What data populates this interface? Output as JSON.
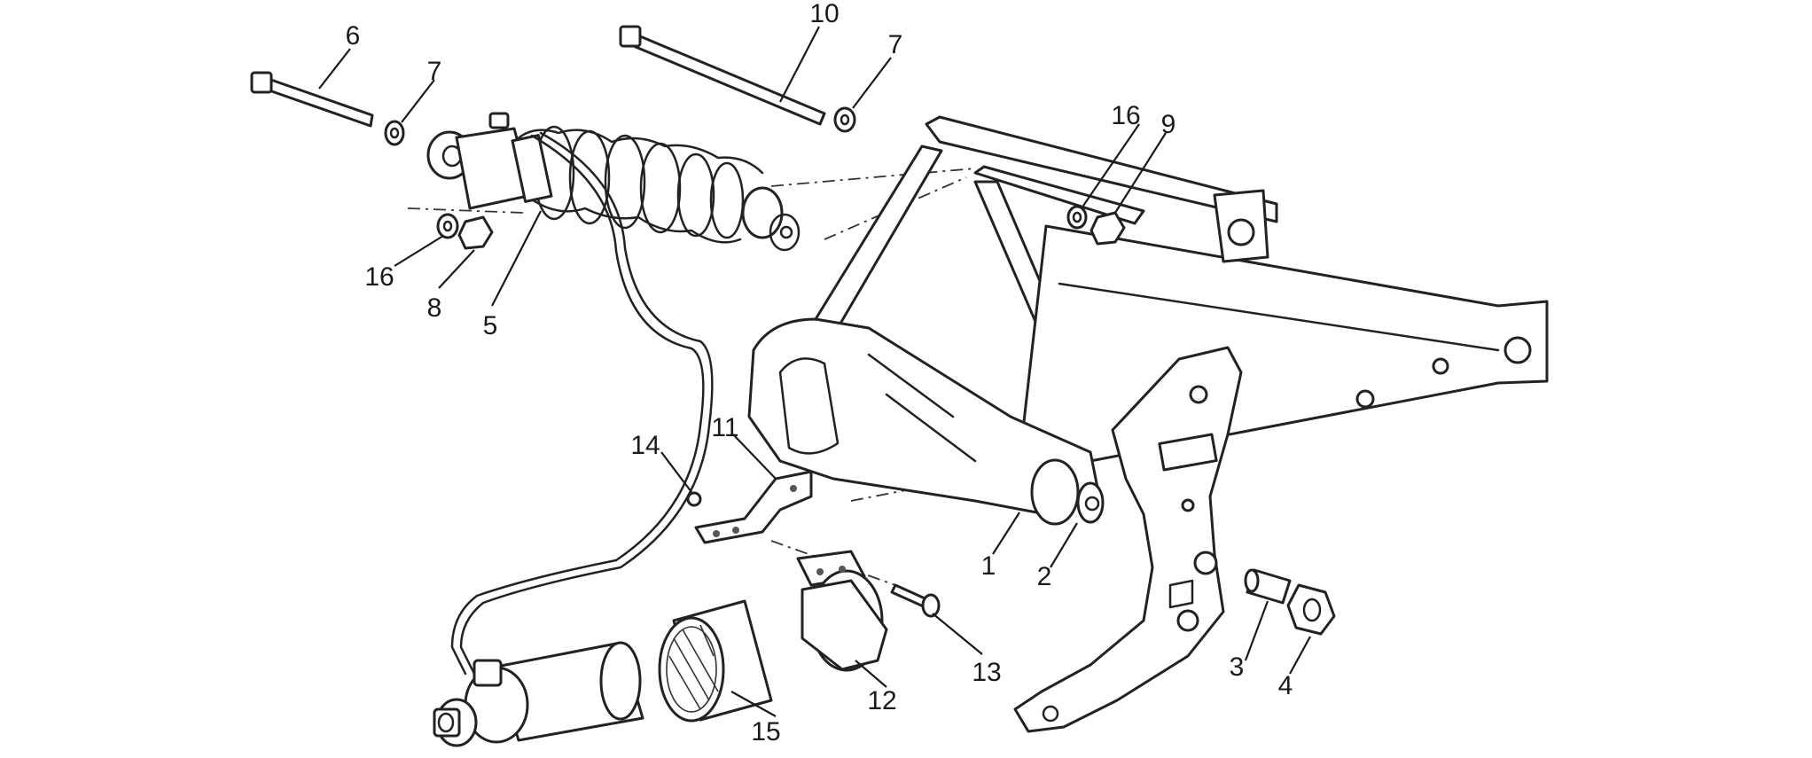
{
  "callouts": [
    {
      "id": "c1",
      "text": "1"
    },
    {
      "id": "c2",
      "text": "2"
    },
    {
      "id": "c3",
      "text": "3"
    },
    {
      "id": "c4",
      "text": "4"
    },
    {
      "id": "c5",
      "text": "5"
    },
    {
      "id": "c6",
      "text": "6"
    },
    {
      "id": "c7a",
      "text": "7"
    },
    {
      "id": "c7b",
      "text": "7"
    },
    {
      "id": "c8",
      "text": "8"
    },
    {
      "id": "c9",
      "text": "9"
    },
    {
      "id": "c10",
      "text": "10"
    },
    {
      "id": "c11",
      "text": "11"
    },
    {
      "id": "c12",
      "text": "12"
    },
    {
      "id": "c13",
      "text": "13"
    },
    {
      "id": "c14",
      "text": "14"
    },
    {
      "id": "c15",
      "text": "15"
    },
    {
      "id": "c16a",
      "text": "16"
    },
    {
      "id": "c16b",
      "text": "16"
    }
  ]
}
